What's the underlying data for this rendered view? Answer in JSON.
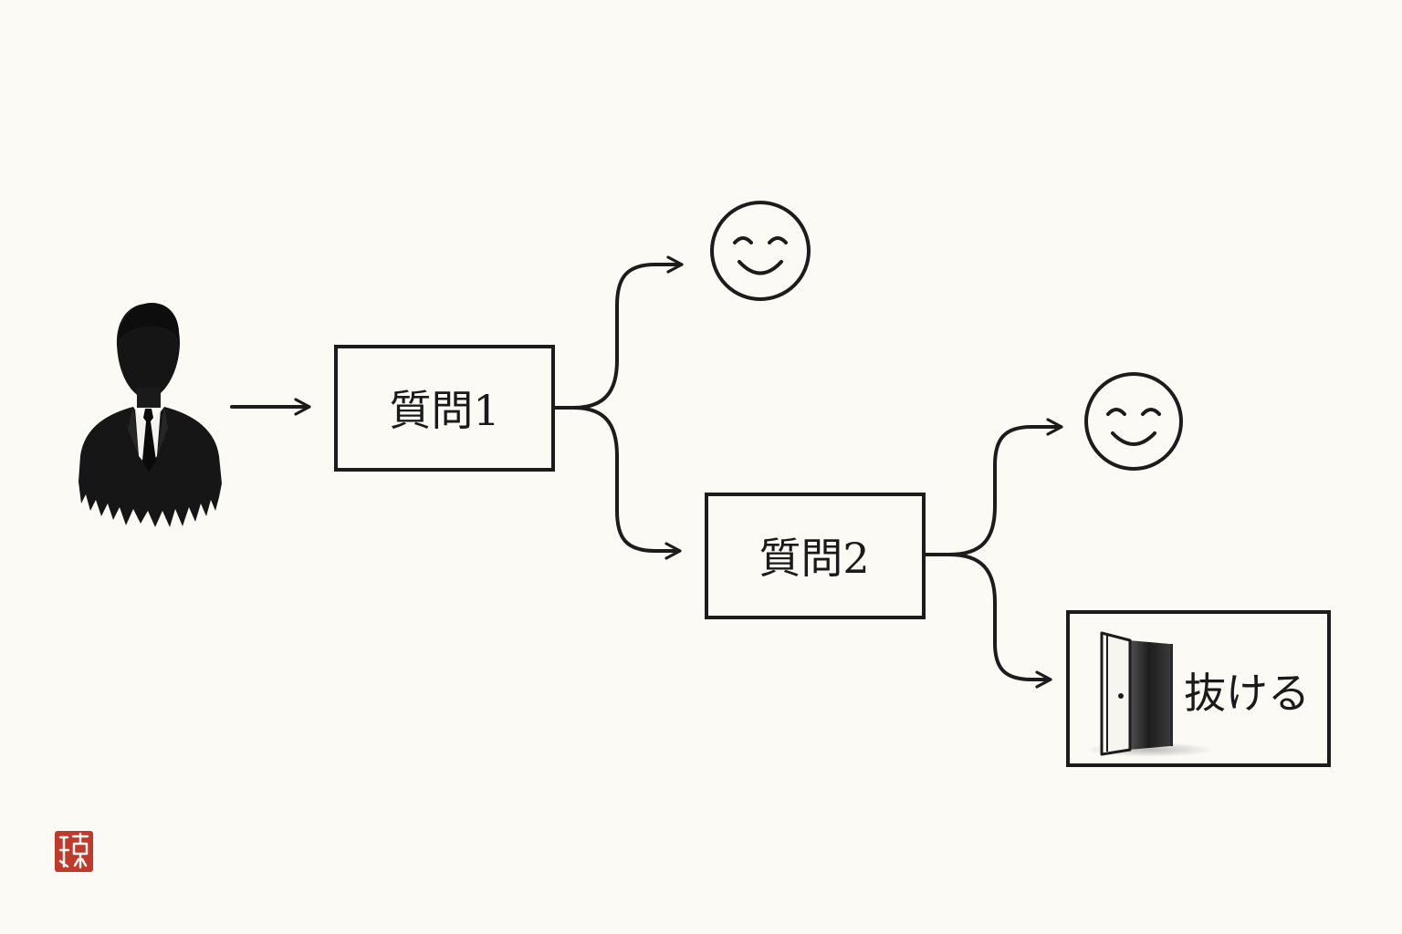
{
  "nodes": {
    "question1": {
      "label": "質問1"
    },
    "question2": {
      "label": "質問2"
    },
    "exit": {
      "label": "抜ける",
      "icon": "open-door-icon"
    },
    "person": {
      "icon": "businessman-silhouette-icon"
    },
    "happy1": {
      "icon": "smiley-face-icon"
    },
    "happy2": {
      "icon": "smiley-face-icon"
    }
  },
  "seal": {
    "icon": "red-hanko-seal-icon",
    "color": "#c0392b"
  },
  "colors": {
    "ink": "#1c1c1c",
    "paper": "#fbfaf5"
  }
}
